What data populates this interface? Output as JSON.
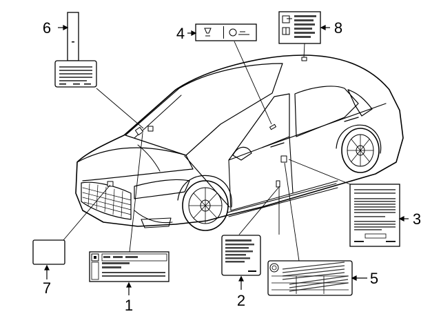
{
  "diagram": {
    "callouts": [
      {
        "id": "1",
        "text": "1"
      },
      {
        "id": "2",
        "text": "2"
      },
      {
        "id": "3",
        "text": "3"
      },
      {
        "id": "4",
        "text": "4"
      },
      {
        "id": "5",
        "text": "5"
      },
      {
        "id": "6",
        "text": "6"
      },
      {
        "id": "7",
        "text": "7"
      },
      {
        "id": "8",
        "text": "8"
      }
    ],
    "labels": [
      {
        "id": "1",
        "icon": "vehicle-emission-label"
      },
      {
        "id": "2",
        "icon": "tire-info-label"
      },
      {
        "id": "3",
        "icon": "certification-label"
      },
      {
        "id": "4",
        "icon": "airbag-warning-label"
      },
      {
        "id": "5",
        "icon": "tire-pressure-label"
      },
      {
        "id": "6",
        "icon": "fan-caution-tag"
      },
      {
        "id": "7",
        "icon": "blank-label"
      },
      {
        "id": "8",
        "icon": "fuel-info-label"
      }
    ]
  },
  "colors": {
    "line": "#000000",
    "background": "#ffffff",
    "label_text_fill": "#444444"
  }
}
